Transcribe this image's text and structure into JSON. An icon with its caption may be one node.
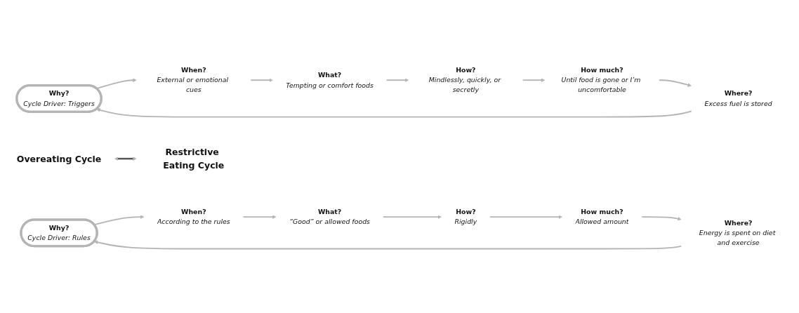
{
  "diagram": {
    "nodes": [
      {
        "text": [
          "Why?",
          "Cycle Driver: Triggers"
        ]
      },
      {
        "text": [
          "When?",
          "External or emotional cues"
        ]
      },
      {
        "text": [
          "What?",
          "Tempting or comfort foods"
        ]
      },
      {
        "text": [
          "How?",
          "Mindlessly, quickly, or secretly"
        ]
      },
      {
        "text": [
          "How much?",
          "Until food is gone or I’m uncomfortable"
        ]
      },
      {
        "text": [
          "Where?",
          "Excess fuel is stored"
        ]
      },
      {
        "text": [
          "Overeating Cycle"
        ]
      },
      {
        "text": [
          "Why?",
          "Cycle Driver: Rules"
        ]
      },
      {
        "text": [
          "When?",
          "According to the rules"
        ]
      },
      {
        "text": [
          "What?",
          "“Good” or allowed foods"
        ]
      },
      {
        "text": [
          "How?",
          "Rigidly"
        ]
      },
      {
        "text": [
          "How much?",
          "Allowed amount"
        ]
      },
      {
        "text": [
          "Where?",
          "Energy is spent on diet and exercise"
        ]
      },
      {
        "text": [
          "Restrictive Eating Cycle"
        ]
      }
    ],
    "edges": [
      {
        "from": 0,
        "to": 1,
        "arrow": "to"
      },
      {
        "from": 1,
        "to": 2,
        "arrow": "to"
      },
      {
        "from": 2,
        "to": 3,
        "arrow": "to"
      },
      {
        "from": 3,
        "to": 4,
        "arrow": "to"
      },
      {
        "from": 4,
        "to": 5,
        "arrow": "to"
      },
      {
        "from": 5,
        "to": 0,
        "arrow": "to"
      },
      {
        "from": 7,
        "to": 8,
        "arrow": "to"
      },
      {
        "from": 8,
        "to": 9,
        "arrow": "to"
      },
      {
        "from": 9,
        "to": 10,
        "arrow": "to"
      },
      {
        "from": 10,
        "to": 11,
        "arrow": "to"
      },
      {
        "from": 11,
        "to": 12,
        "arrow": "to"
      },
      {
        "from": 12,
        "to": 7,
        "arrow": "to"
      },
      {
        "from": 6,
        "to": 13,
        "arrow": "both",
        "color": "#555555"
      }
    ]
  }
}
